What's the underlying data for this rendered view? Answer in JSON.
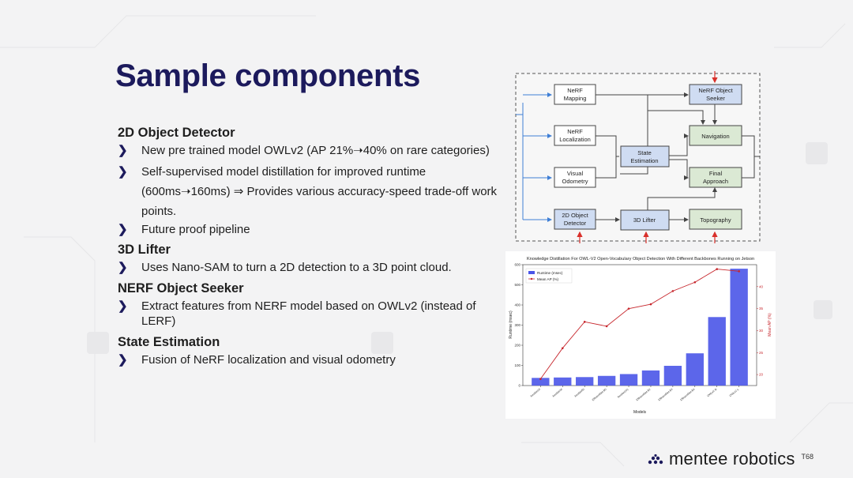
{
  "slide": {
    "title": "Sample components",
    "sections": [
      {
        "heading": "2D Object Detector",
        "bullets": [
          "New pre trained model OWLv2 (AP 21%➝40% on rare categories)",
          "Self-supervised model distillation for improved runtime (600ms➝160ms) ⇒ Provides various accuracy-speed trade-off work points.",
          "Future proof pipeline"
        ]
      },
      {
        "heading": "3D Lifter",
        "bullets": [
          "Uses Nano-SAM to turn a 2D detection to a 3D point cloud."
        ]
      },
      {
        "heading": "NERF Object Seeker",
        "bullets": [
          "Extract features from NERF model based on OWLv2 (instead of LERF)"
        ]
      },
      {
        "heading": "State Estimation",
        "bullets": [
          "Fusion of NeRF localization and visual odometry"
        ]
      }
    ],
    "bullet_icon": "chevron-right-icon"
  },
  "diagram": {
    "boxes": {
      "nerf_mapping": [
        "NeRF",
        "Mapping"
      ],
      "nerf_localization": [
        "NeRF",
        "Localization"
      ],
      "visual_odometry": [
        "Visual",
        "Odometry"
      ],
      "object_detector": [
        "2D Object",
        "Detector"
      ],
      "state_estimation": [
        "State",
        "Estimation"
      ],
      "lifter": [
        "3D Lifter"
      ],
      "object_seeker": [
        "NeRF Object",
        "Seeker"
      ],
      "navigation": [
        "Navigation"
      ],
      "final_approach": [
        "Final",
        "Approach"
      ],
      "topography": [
        "Topography"
      ]
    },
    "colors": {
      "blue_box": "#cfdcf2",
      "green_box": "#dbe9d4",
      "white_box": "#ffffff",
      "arrow_blue": "#3f7fd6",
      "arrow_red": "#d9302b"
    }
  },
  "chart_data": {
    "type": "bar",
    "title": "Knowledge Distillation For OWL-V2 Open-Vocabulary Object Detection With Different Backbones Running on Jetson",
    "xlabel": "Models",
    "ylabel": "Runtime (msec)",
    "y2label": "Mean AP (%)",
    "categories": [
      "ResNet18",
      "ResNet34",
      "ResNet50",
      "EfficientNet-B0",
      "ResNet101",
      "EfficientNet-B2",
      "EfficientNet-B3",
      "EfficientNet-B4",
      "OWLv2-B",
      "OWLv2-L"
    ],
    "series": [
      {
        "name": "Runtime (msec)",
        "axis": "left",
        "type": "bar",
        "color": "#4a55e8",
        "values": [
          38,
          40,
          42,
          48,
          57,
          75,
          98,
          160,
          340,
          580
        ]
      },
      {
        "name": "Mean AP (%)",
        "axis": "right",
        "type": "line",
        "color": "#c7272d",
        "values": [
          19,
          26,
          32,
          31,
          35,
          36,
          39,
          41,
          44,
          43.5
        ]
      }
    ],
    "ylim": [
      0,
      600
    ],
    "yticks": [
      0,
      100,
      200,
      300,
      400,
      500,
      600
    ],
    "y2lim": [
      17.5,
      45
    ],
    "y2ticks": [
      20,
      25,
      30,
      35,
      40
    ],
    "legend": "top-left",
    "grid": false
  },
  "footer": {
    "brand": "mentee robotics",
    "page_number": "T68"
  },
  "theme": {
    "title_color": "#1c1a5c",
    "background": "#f3f3f4"
  }
}
